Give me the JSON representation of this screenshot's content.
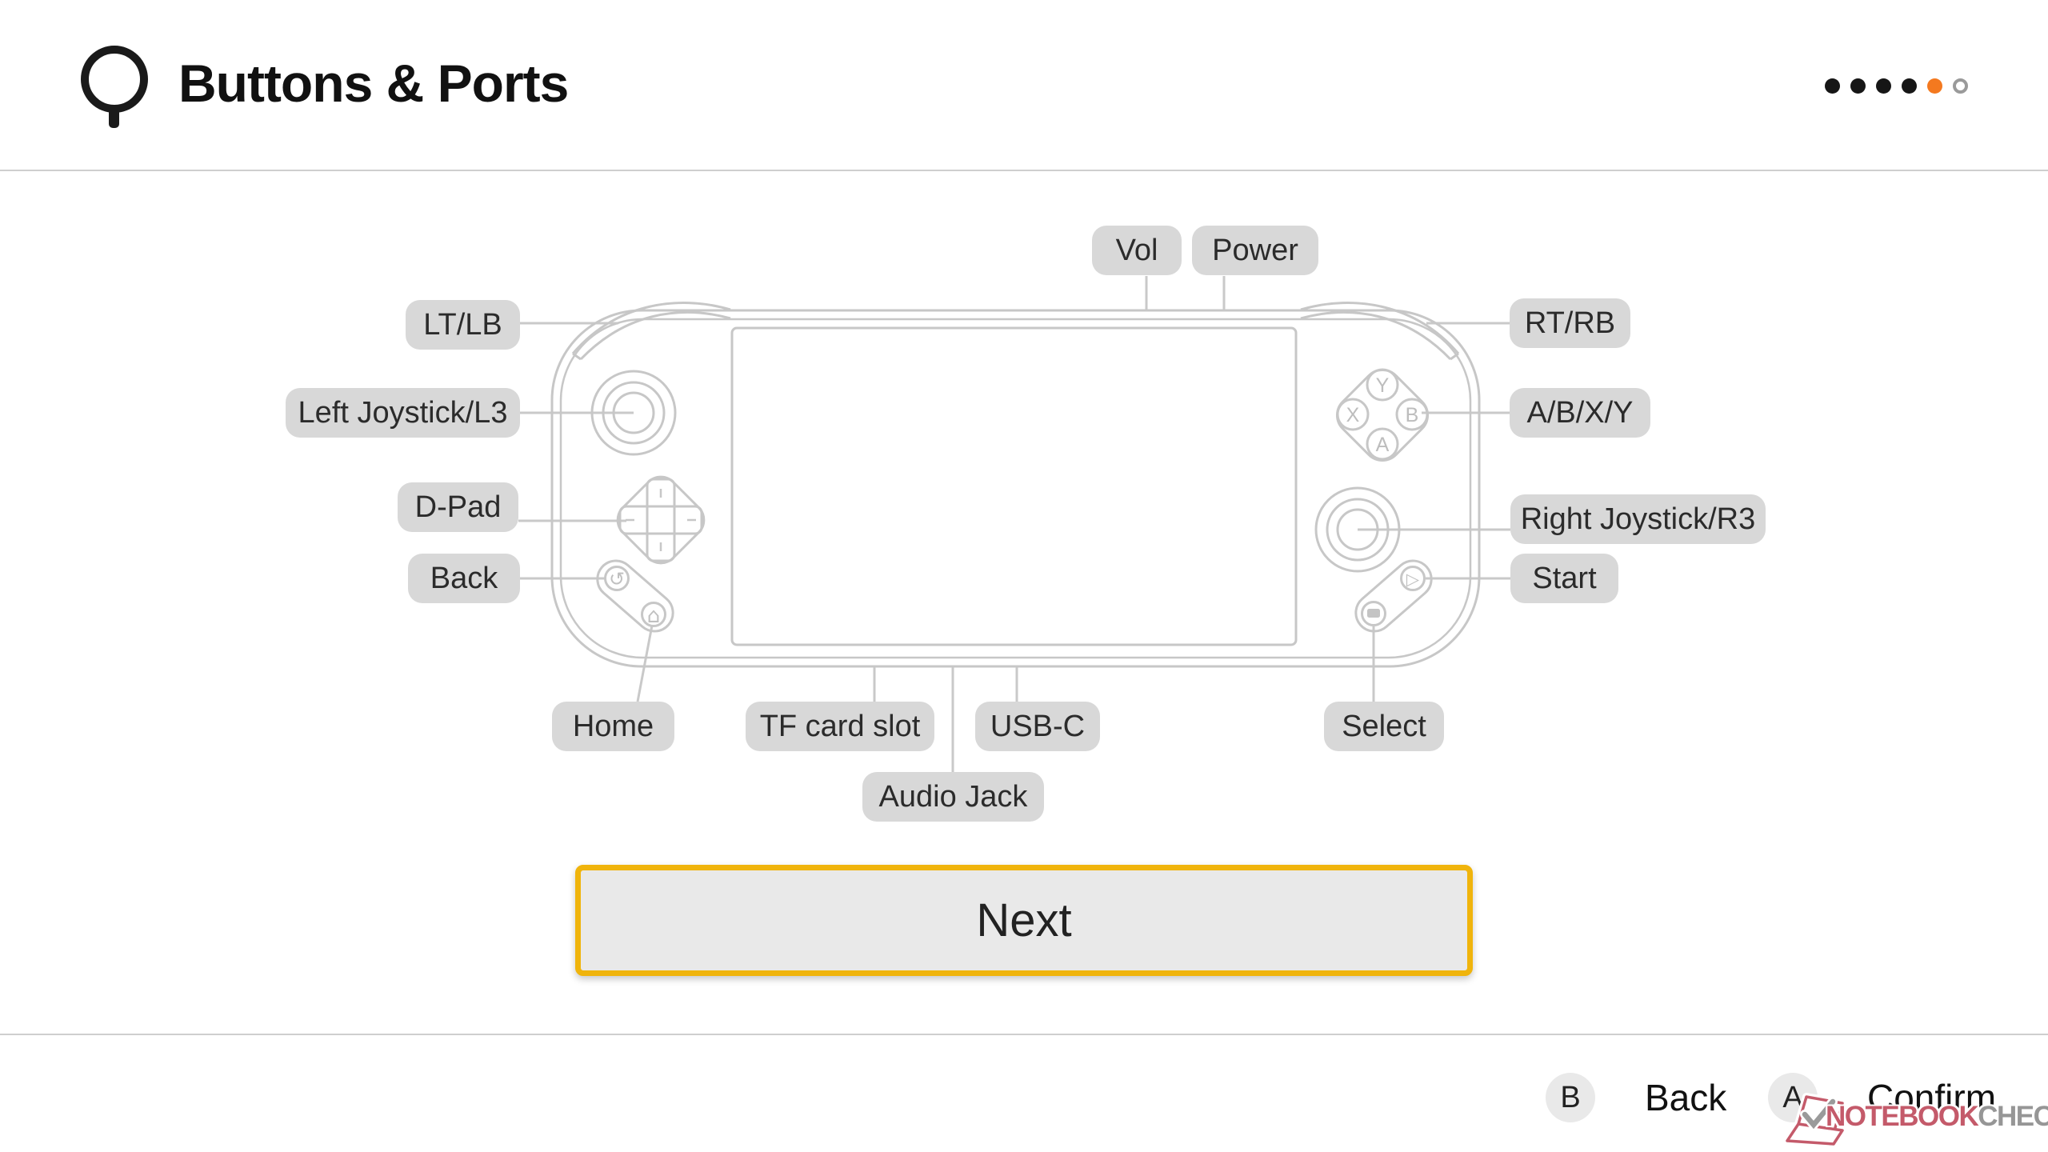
{
  "header": {
    "title": "Buttons & Ports",
    "pagination": {
      "dots": [
        "filled",
        "filled",
        "filled",
        "filled",
        "active",
        "empty"
      ],
      "active_color": "#f4791f",
      "filled_color": "#161616",
      "empty_ring_color": "#9a9a9a"
    }
  },
  "diagram": {
    "labels": {
      "vol": "Vol",
      "power": "Power",
      "lt_lb": "LT/LB",
      "left_joystick": "Left Joystick/L3",
      "d_pad": "D-Pad",
      "back": "Back",
      "rt_rb": "RT/RB",
      "abxy": "A/B/X/Y",
      "right_joystick": "Right Joystick/R3",
      "start": "Start",
      "home": "Home",
      "tf_card_slot": "TF card slot",
      "usb_c": "USB-C",
      "audio_jack": "Audio Jack",
      "select": "Select"
    },
    "face_buttons": {
      "y": "Y",
      "x": "X",
      "b": "B",
      "a": "A"
    },
    "glyphs": {
      "back_button": "↺",
      "home_button": "⌂",
      "start_button": "▷"
    },
    "outline_color": "#c7c7c7"
  },
  "next_button": {
    "label": "Next",
    "border_color": "#f0b40c"
  },
  "footer": {
    "back": {
      "key": "B",
      "label": "Back"
    },
    "confirm": {
      "key": "A",
      "label": "Confirm"
    }
  },
  "watermark": {
    "part1": "NOTEBOOK",
    "part2": "CHECK"
  }
}
